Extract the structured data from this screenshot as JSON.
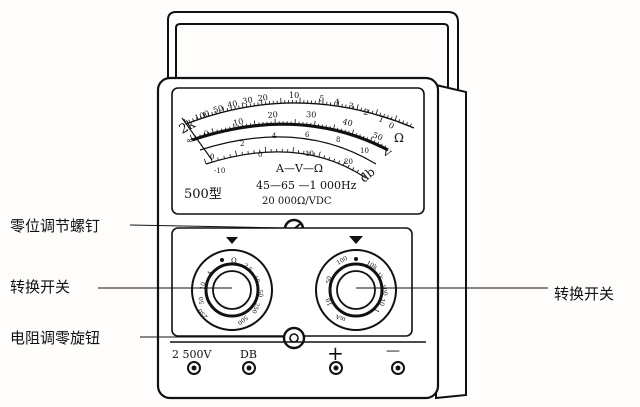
{
  "meter": {
    "model": "500型",
    "symbols": "A—V—Ω",
    "freq": "45—65 —1 000Hz",
    "sensitivity": "20 000Ω/VDC",
    "scale_ohm_labels": [
      "2k",
      "100",
      "50",
      "40",
      "30",
      "20",
      "10",
      "5",
      "4",
      "3",
      "2",
      "1",
      "0"
    ],
    "ohm_unit": "Ω",
    "scale_v_labels": [
      "0",
      "10",
      "20",
      "30",
      "40",
      "50"
    ],
    "v_unit": "V",
    "scale_db_labels": [
      "-10",
      "0",
      "10",
      "20"
    ],
    "db_unit": "db",
    "inf_mark": "∞",
    "scale_inner_labels": [
      "0",
      "2",
      "4",
      "6",
      "8",
      "10"
    ]
  },
  "labels": {
    "zero_screw": "零位调节螺钉",
    "switch_left": "转换开关",
    "switch_right": "转换开关",
    "zero_knob": "电阻调零旋钮"
  },
  "dial_left_labels": [
    "Ω",
    "2.5",
    "10",
    "50",
    "250",
    "500",
    "V",
    "250",
    "50",
    "10",
    "2.5",
    "A",
    "ΩΩ"
  ],
  "dial_right_labels": [
    "100",
    "10k",
    "1k",
    "100",
    "10",
    "1",
    "Ω",
    "mA",
    "10",
    "50"
  ],
  "jacks": [
    "2 500V",
    "DB",
    "+",
    "—"
  ]
}
